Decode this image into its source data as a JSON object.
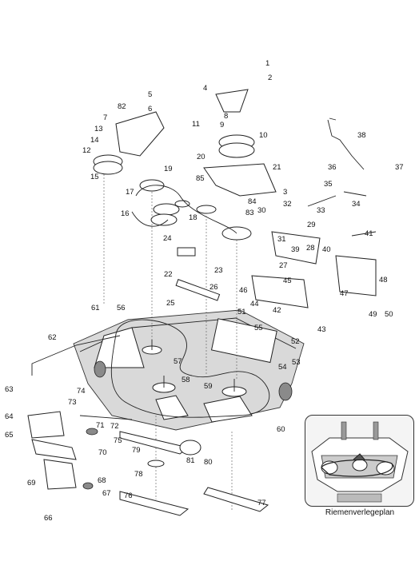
{
  "inset": {
    "caption": "Riemenverlegeplan"
  },
  "callouts": [
    "1",
    "2",
    "3",
    "4",
    "5",
    "6",
    "7",
    "8",
    "9",
    "10",
    "11",
    "12",
    "13",
    "14",
    "15",
    "16",
    "17",
    "18",
    "19",
    "20",
    "21",
    "22",
    "23",
    "24",
    "25",
    "26",
    "27",
    "28",
    "29",
    "30",
    "31",
    "32",
    "33",
    "34",
    "35",
    "36",
    "37",
    "38",
    "39",
    "40",
    "41",
    "42",
    "43",
    "44",
    "45",
    "46",
    "47",
    "48",
    "49",
    "50",
    "51",
    "52",
    "53",
    "54",
    "55",
    "56",
    "57",
    "58",
    "59",
    "60",
    "61",
    "62",
    "63",
    "64",
    "65",
    "66",
    "67",
    "68",
    "69",
    "70",
    "71",
    "72",
    "73",
    "74",
    "75",
    "76",
    "77",
    "78",
    "79",
    "80",
    "81",
    "82",
    "83",
    "84",
    "85"
  ]
}
